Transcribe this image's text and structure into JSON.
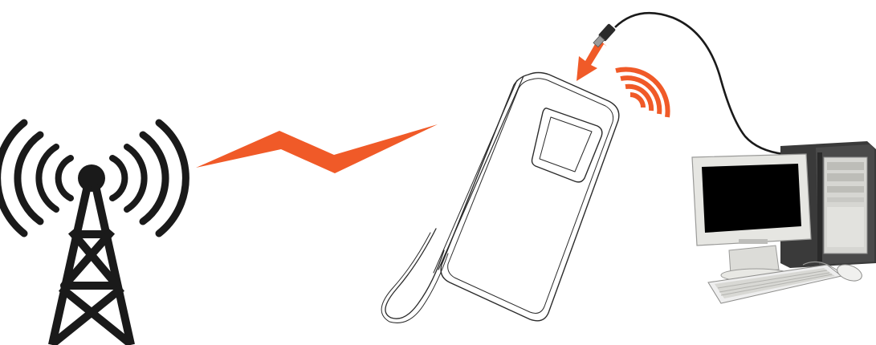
{
  "diagram": {
    "elements": [
      {
        "key": "tower",
        "icon": "cell-tower-icon"
      },
      {
        "key": "signal",
        "icon": "lightning-signal-icon"
      },
      {
        "key": "device",
        "icon": "mobile-hotspot-device-icon"
      },
      {
        "key": "wifi",
        "icon": "wifi-waves-icon"
      },
      {
        "key": "usb",
        "icon": "usb-cable-icon"
      },
      {
        "key": "arrow",
        "icon": "insert-arrow-icon"
      },
      {
        "key": "computer",
        "icon": "desktop-computer-icon"
      }
    ],
    "colors": {
      "accent": "#f05a28",
      "stroke": "#1a1a1a",
      "device_outline": "#2b2b2b",
      "monitor_bezel": "#e6e6e2",
      "screen": "#000000",
      "tower_case": "#3a3a3a",
      "keyboard": "#eeeeee"
    }
  }
}
